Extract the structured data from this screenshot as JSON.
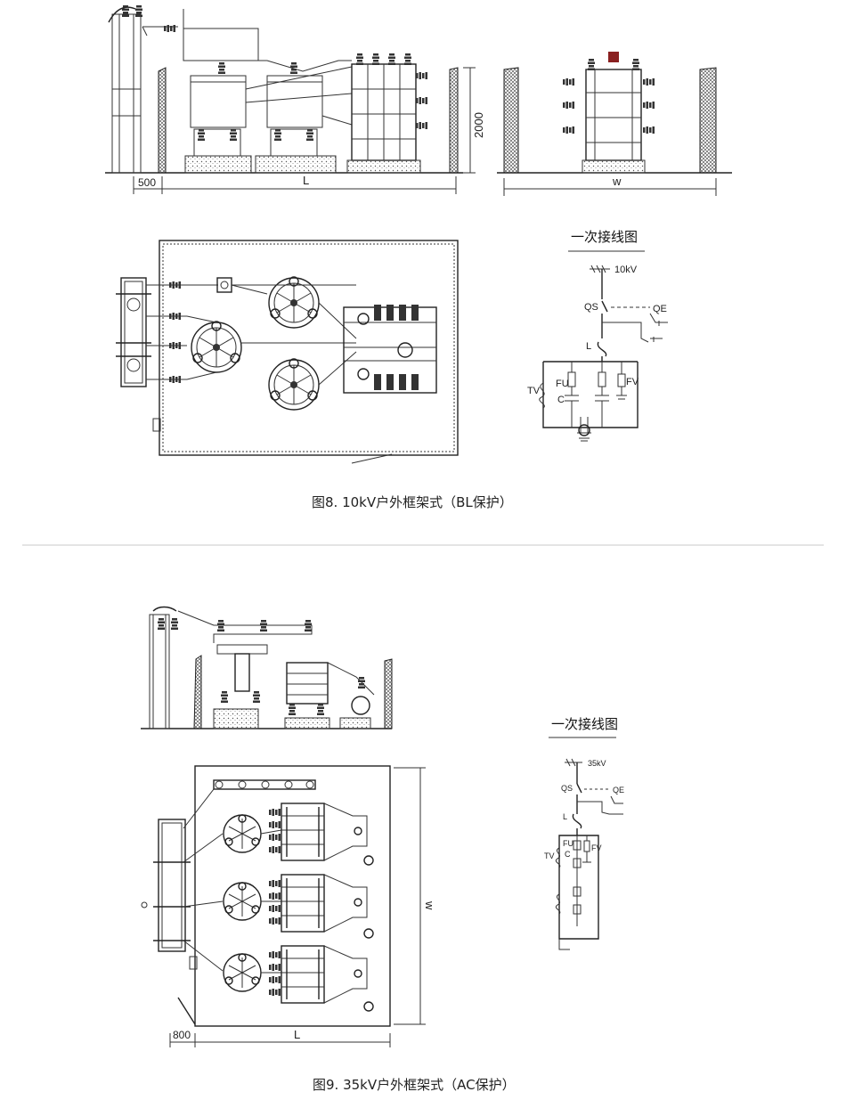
{
  "figure8": {
    "elevation": {
      "dim_500": "500",
      "dim_L": "L",
      "dim_2000": "2000",
      "dim_w": "w"
    },
    "schematic": {
      "title": "一次接线图",
      "voltage": "10kV",
      "qs": "QS",
      "qe": "QE",
      "l": "L",
      "fu": "FU",
      "tv": "TV",
      "c": "C",
      "fv": "FV"
    },
    "caption": "图8. 10kV户外框架式（BL保护）"
  },
  "figure9": {
    "plan": {
      "dim_w": "w",
      "dim_800": "800",
      "dim_L": "L"
    },
    "schematic": {
      "title": "一次接线图",
      "voltage": "35kV",
      "qs": "QS",
      "qe": "QE",
      "l": "L",
      "fu": "FU",
      "tv": "TV",
      "c": "C",
      "fv": "FV"
    },
    "caption": "图9. 35kV户外框架式（AC保护）"
  },
  "divider_color": "#c8c8c8"
}
